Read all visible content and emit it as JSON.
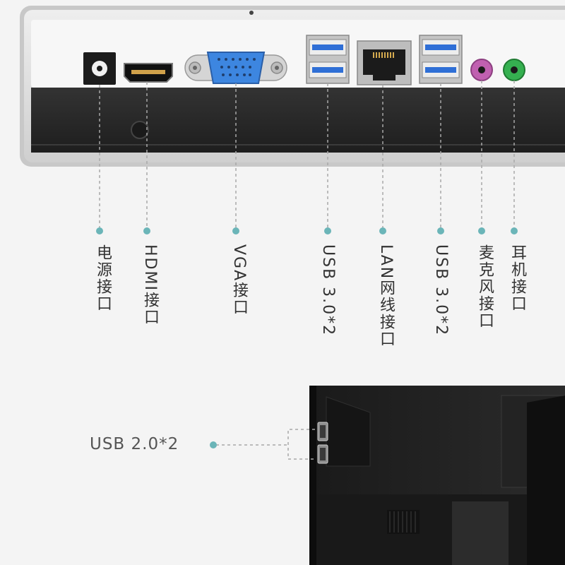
{
  "ports": [
    {
      "id": "power",
      "label": "电源接口",
      "icon": "dc-power-jack-icon"
    },
    {
      "id": "hdmi",
      "label": "HDMI接口",
      "icon": "hdmi-port-icon"
    },
    {
      "id": "vga",
      "label": "VGA接口",
      "icon": "vga-port-icon"
    },
    {
      "id": "usb3-a",
      "label": "USB 3.0*2",
      "icon": "usb3-port-icon"
    },
    {
      "id": "lan",
      "label": "LAN网线接口",
      "icon": "ethernet-port-icon"
    },
    {
      "id": "usb3-b",
      "label": "USB 3.0*2",
      "icon": "usb3-port-icon"
    },
    {
      "id": "mic",
      "label": "麦克风接口",
      "icon": "mic-jack-icon"
    },
    {
      "id": "headphone",
      "label": "耳机接口",
      "icon": "headphone-jack-icon"
    }
  ],
  "side_ports": {
    "label": "USB 2.0*2",
    "icon": "usb2-port-icon"
  },
  "colors": {
    "leader_dot": "#6bb5b8",
    "leader_line": "#a8a8a8",
    "panel_silver": "#d9d9d9",
    "panel_black": "#2a2a2a",
    "usb3_blue": "#2f6fd6",
    "vga_blue": "#3d86e0",
    "mic_pink": "#c060b0",
    "headphone_green": "#35b050"
  }
}
